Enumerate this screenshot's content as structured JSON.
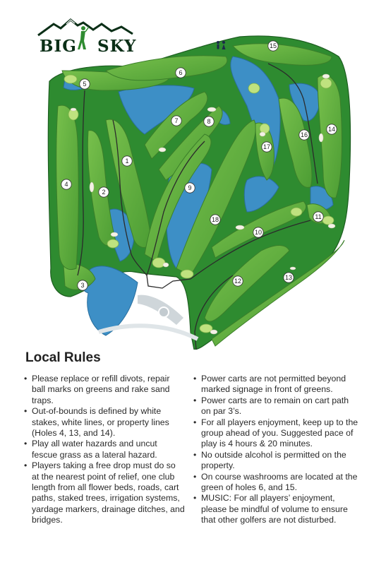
{
  "logo": {
    "word_left": "BIG",
    "word_right": "SKY"
  },
  "map": {
    "holes": [
      "1",
      "2",
      "3",
      "4",
      "5",
      "6",
      "7",
      "8",
      "9",
      "10",
      "11",
      "12",
      "13",
      "14",
      "15",
      "16",
      "17",
      "18"
    ],
    "colors": {
      "fairway": "#5fae3b",
      "rough": "#2f8a2f",
      "water": "#3c8fc4",
      "green": "#b9e07a",
      "path": "#2b2b2b",
      "sand": "#f3f0e6"
    }
  },
  "rules": {
    "title": "Local Rules",
    "left": [
      "Please replace or refill divots, repair ball marks on greens and rake sand traps.",
      "Out-of-bounds is defined by white stakes, white lines, or property lines (Holes 4, 13, and 14).",
      "Play all water hazards and uncut fescue grass as a lateral hazard.",
      "Players taking a free drop must do so at the nearest point of relief, one club length from all flower beds, roads, cart paths, staked trees, irrigation systems, yardage markers, drainage ditches, and bridges."
    ],
    "right": [
      "Power carts are not permitted beyond marked signage in front of greens.",
      "Power carts are to remain on cart path on par 3’s.",
      "For all players enjoyment, keep up to the group ahead of you. Suggested pace of play is 4 hours & 20 minutes.",
      "No outside alcohol is permitted on the property.",
      "On course washrooms are located at the green of holes 6, and 15.",
      "MUSIC: For all players’ enjoyment, please be mindful of volume to ensure that other golfers are not disturbed."
    ]
  }
}
